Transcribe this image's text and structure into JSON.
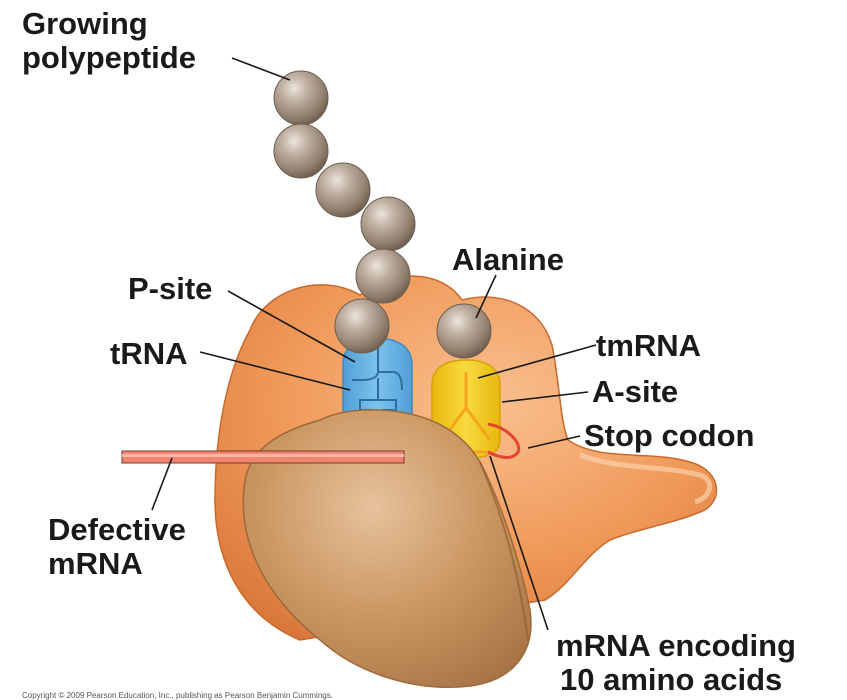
{
  "labels": {
    "growing_polypeptide": [
      "Growing",
      "polypeptide"
    ],
    "alanine": "Alanine",
    "p_site": "P-site",
    "trna": "tRNA",
    "tmrna": "tmRNA",
    "a_site": "A-site",
    "stop_codon": "Stop codon",
    "defective_mrna": [
      "Defective",
      "mRNA"
    ],
    "mrna_encoding": [
      "mRNA encoding",
      "10 amino acids"
    ]
  },
  "copyright": "Copyright © 2009 Pearson Education, Inc., publishing as Pearson Benjamin Cummings.",
  "colors": {
    "ribosome_large": "#ef9a5c",
    "ribosome_small": "#c9915e",
    "trna": "#5aaee0",
    "tmrna": "#f2c814",
    "mrna": "#e8786a",
    "bead": "#a08f7f"
  }
}
